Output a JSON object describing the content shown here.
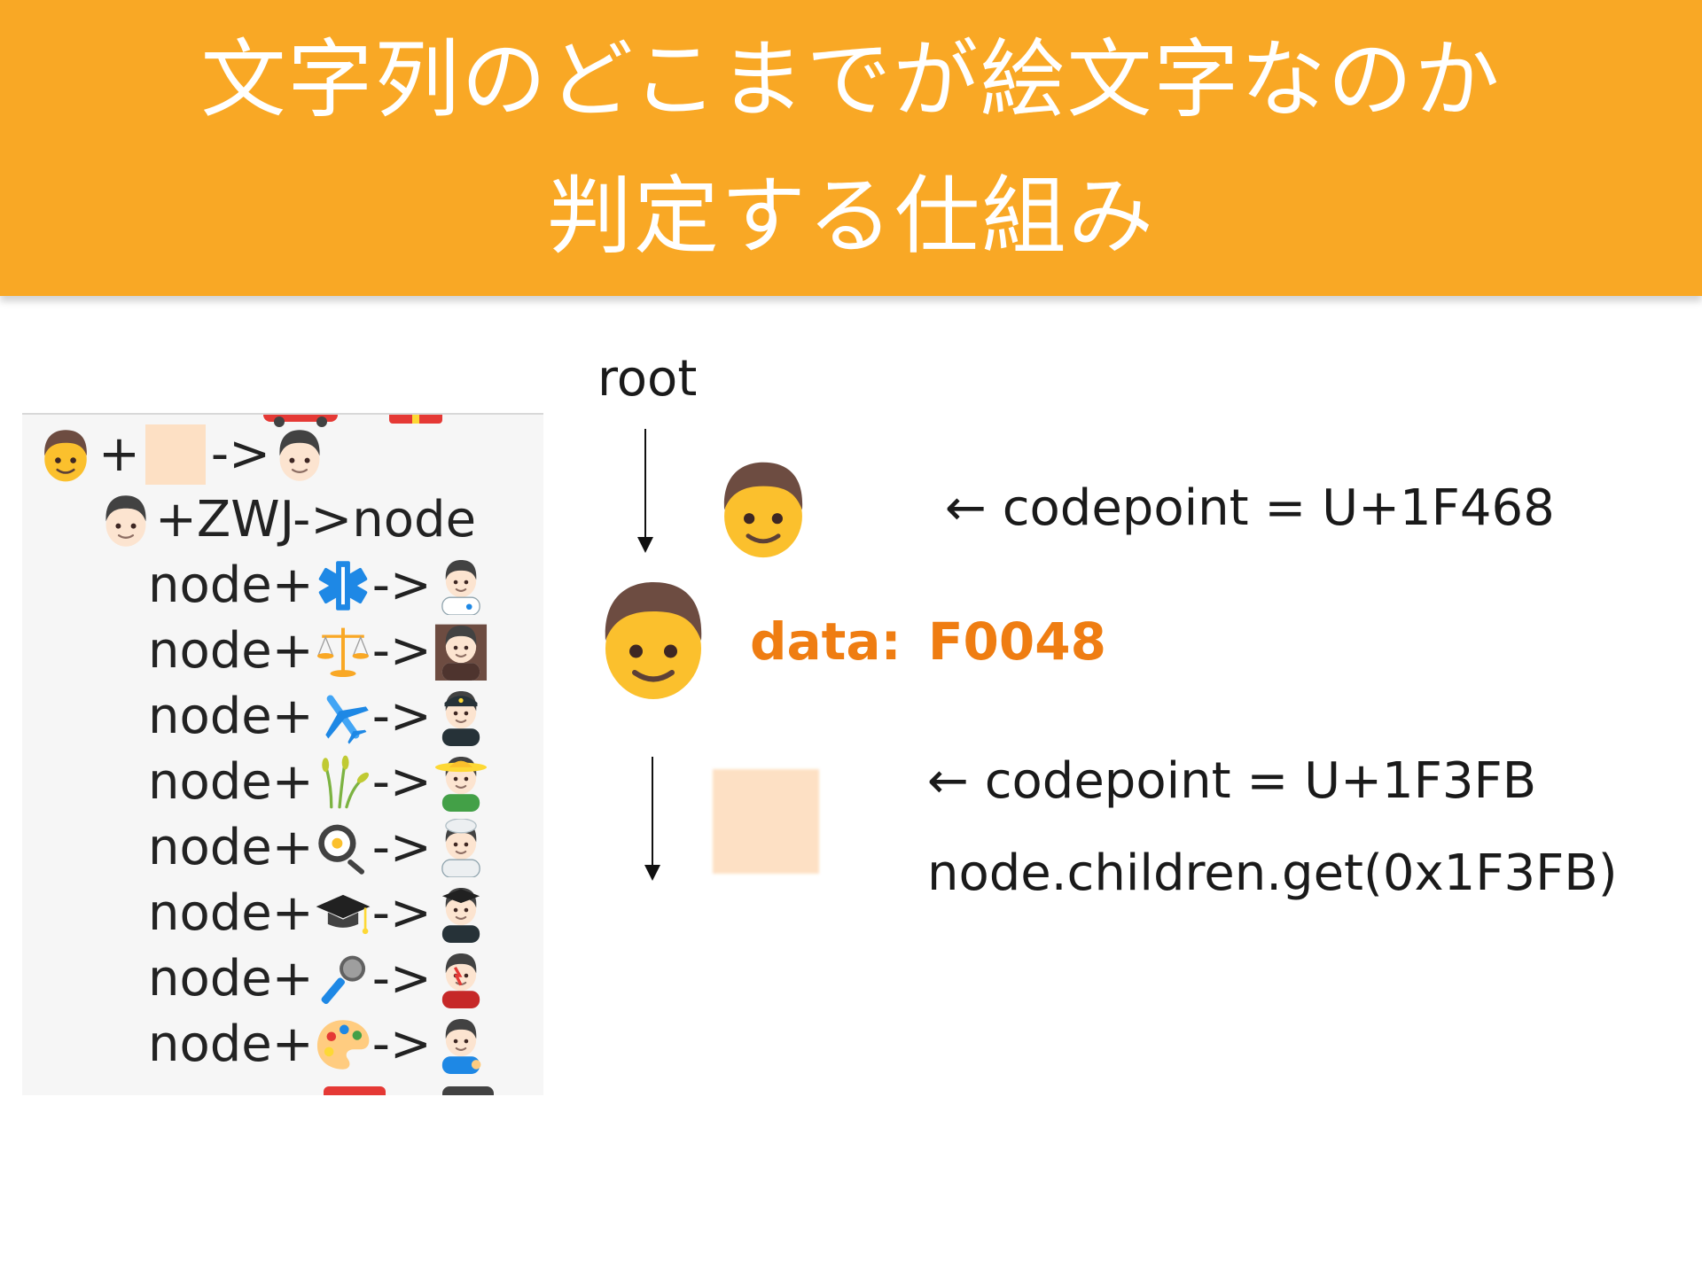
{
  "slide": {
    "title_line1": "文字列のどこまでが絵文字なのか",
    "title_line2": "判定する仕組み",
    "colors": {
      "header_bg": "#f9a825",
      "title_text": "#ffffff",
      "data_accent": "#ef7d12",
      "skin_tone": "#fde0c4"
    }
  },
  "tree": {
    "row0": {
      "prefix": "+",
      "arrow": "->",
      "icons": [
        "man-emoji",
        "light-skin-tone-swatch",
        "man-light-skin-emoji"
      ]
    },
    "row1": {
      "text": "+ZWJ->node",
      "icons": [
        "man-light-skin-emoji"
      ]
    },
    "items": [
      {
        "text": "node+",
        "arrow": "->",
        "icon": "medical-symbol-icon",
        "result": "man-health-worker-emoji"
      },
      {
        "text": "node+",
        "arrow": "->",
        "icon": "scales-icon",
        "result": "man-judge-emoji"
      },
      {
        "text": "node+",
        "arrow": "->",
        "icon": "airplane-icon",
        "result": "man-pilot-emoji"
      },
      {
        "text": "node+",
        "arrow": "->",
        "icon": "rice-sheaf-icon",
        "result": "man-farmer-emoji"
      },
      {
        "text": "node+",
        "arrow": "->",
        "icon": "frying-pan-icon",
        "result": "man-cook-emoji"
      },
      {
        "text": "node+",
        "arrow": "->",
        "icon": "graduation-cap-icon",
        "result": "man-student-emoji"
      },
      {
        "text": "node+",
        "arrow": "->",
        "icon": "microphone-icon",
        "result": "man-singer-emoji"
      },
      {
        "text": "node+",
        "arrow": "->",
        "icon": "artist-palette-icon",
        "result": "man-artist-emoji"
      }
    ]
  },
  "diagram": {
    "root_label": "root",
    "codepoint1": "← codepoint = U+1F468",
    "data_label": "data:  F0048",
    "codepoint2": "← codepoint = U+1F3FB",
    "children_call": "node.children.get(0x1F3FB)"
  }
}
